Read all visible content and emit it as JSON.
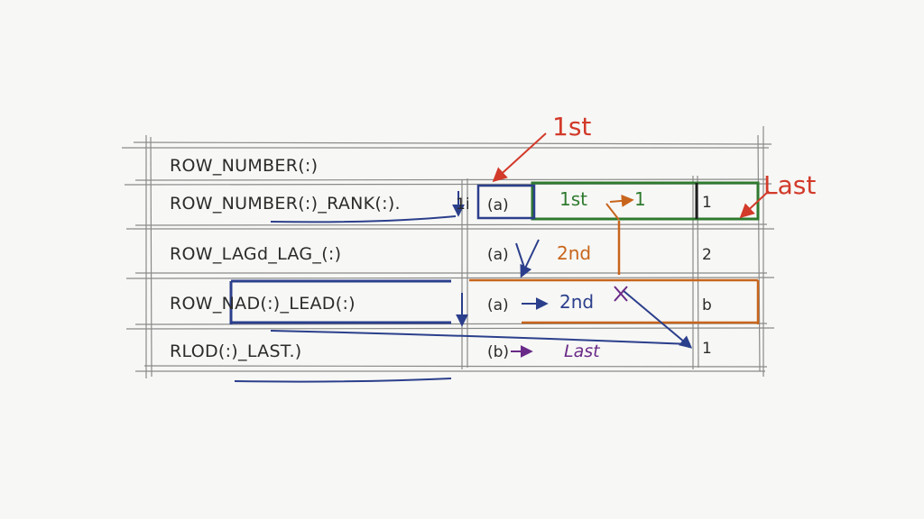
{
  "rows": [
    {
      "function_label": "ROW_NUMBER(:)"
    },
    {
      "function_label": "ROW_NUMBER(:)_RANK(:).",
      "marker": "(a)",
      "tag": "1st",
      "rank_value": "1",
      "last_value": "1"
    },
    {
      "function_label": "ROW_LAGd_LAG_(:)",
      "marker": "(a)",
      "tag": "2nd",
      "last_value": "2"
    },
    {
      "function_label": "ROW_NAD(:)_LEAD(:)",
      "marker": "(a)",
      "tag": "2nd",
      "last_value": "b"
    },
    {
      "function_label": "RLOD(:)_LAST.)",
      "marker": "(b)",
      "tag": "Last",
      "last_value": "1"
    }
  ],
  "annotations": {
    "first": "1st",
    "last": "Last",
    "row1_prefix": "1i"
  },
  "colors": {
    "ink": "#2b2b2b",
    "grid": "#8a8a8a",
    "green": "#2f7a2f",
    "orange": "#c8651c",
    "blue": "#2b3f8c",
    "purple": "#6a2a88",
    "red": "#d23a2a"
  }
}
